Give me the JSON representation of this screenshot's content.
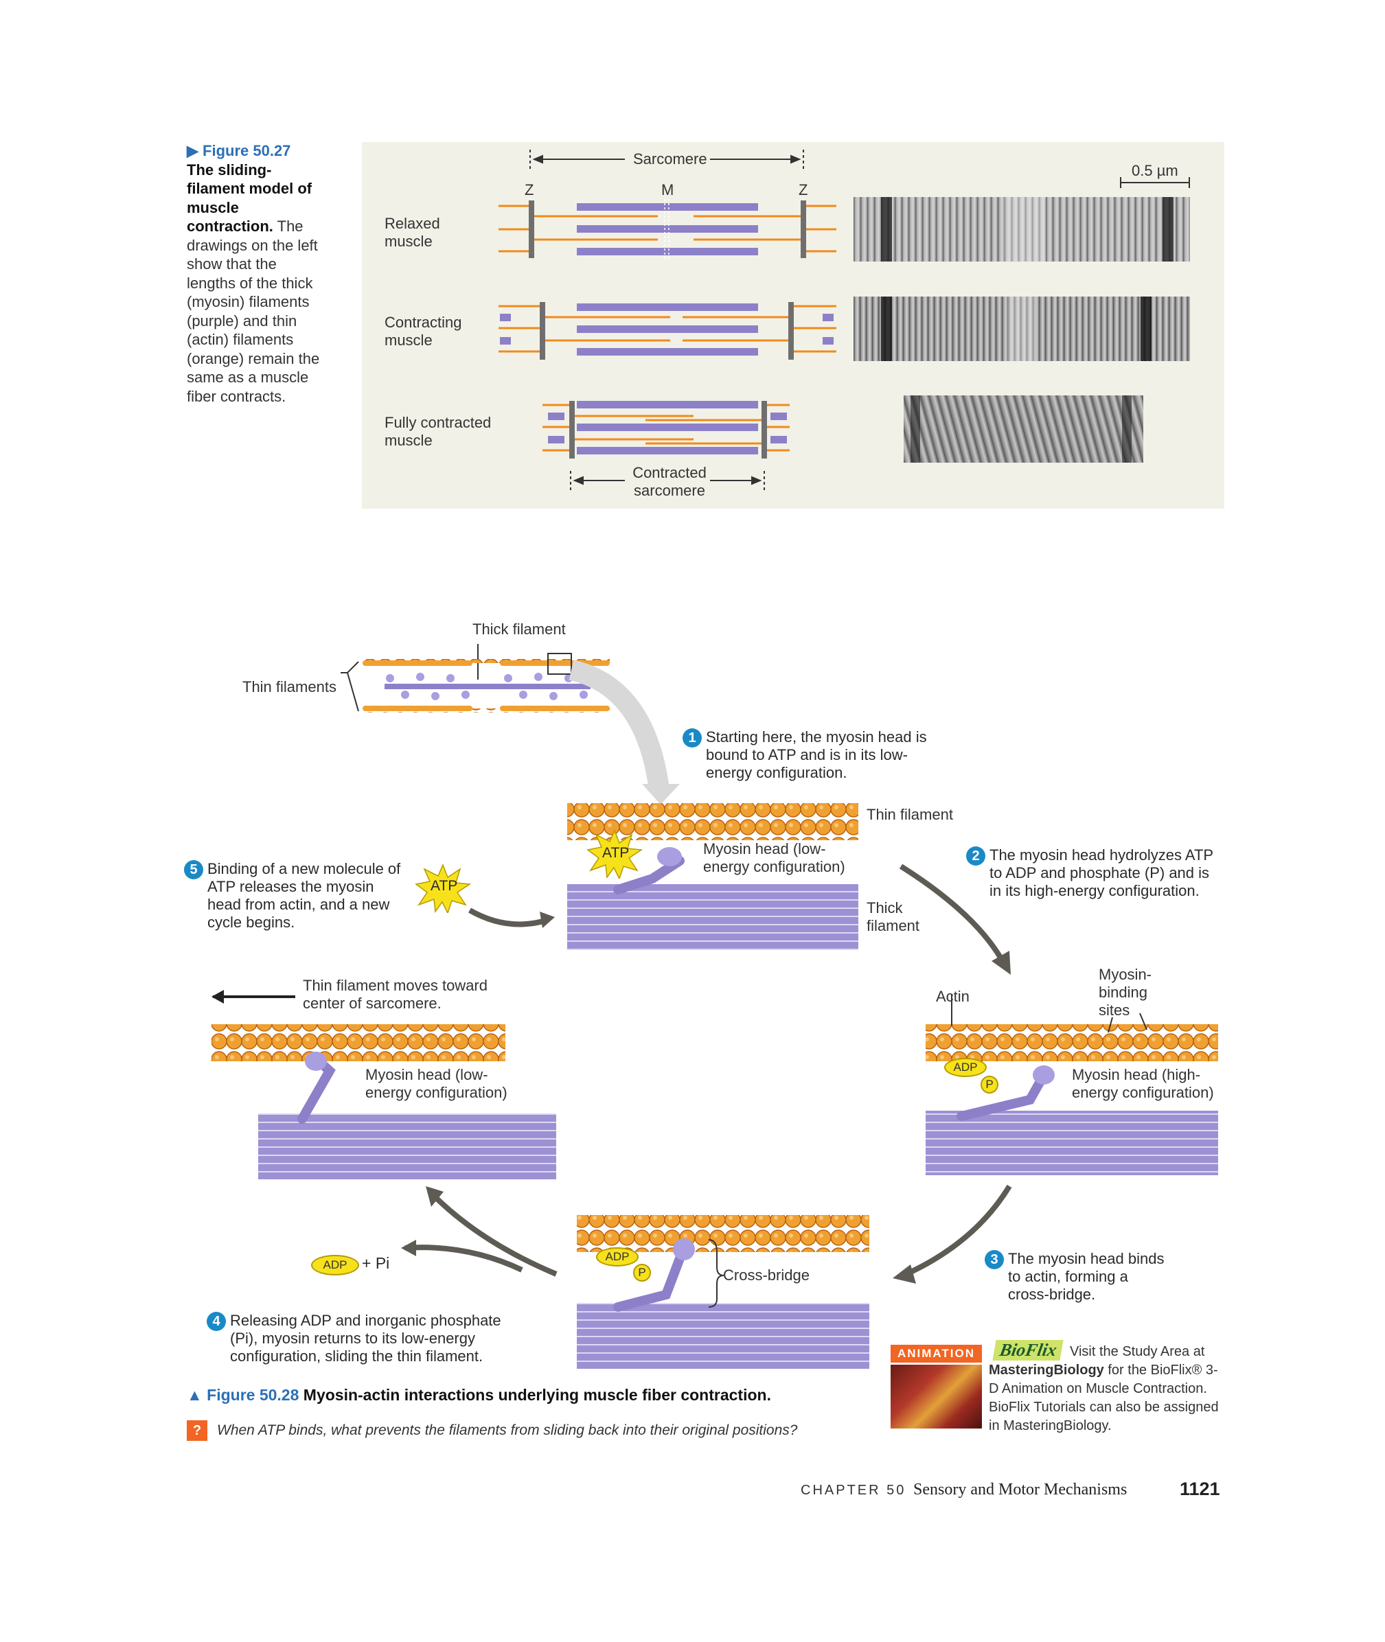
{
  "fig27": {
    "figure_label": "▶ Figure 50.27",
    "title": "The sliding-filament model of muscle contraction.",
    "body": "The drawings on the left show that the lengths of the thick (myosin) filaments (purple) and thin (actin) filaments (orange) remain the same as a muscle fiber contracts.",
    "sarcomere_label": "Sarcomere",
    "scale_label": "0.5 µm",
    "z_label": "Z",
    "m_label": "M",
    "relaxed": "Relaxed muscle",
    "contracting": "Contracting muscle",
    "fully": "Fully contracted muscle",
    "contracted_sarcomere": "Contracted sarcomere"
  },
  "fig28": {
    "thick_filament": "Thick filament",
    "thin_filaments": "Thin filaments",
    "step1": "Starting here, the myosin head is bound to ATP and is in its low-energy configuration.",
    "step2": "The myosin head hydrolyzes ATP to ADP and phosphate (P) and is in its high-energy configuration.",
    "step3": "The myosin head binds to actin, forming a cross-bridge.",
    "step4": "Releasing ADP and inorganic phosphate (Pi), myosin returns to its low-energy configuration, sliding the thin filament.",
    "step5": "Binding of a new molecule of ATP releases the myosin head from actin, and a new cycle begins.",
    "thin_filament": "Thin filament",
    "thick_filament_b": "Thick filament",
    "myosin_low": "Myosin head (low-energy configuration)",
    "myosin_high": "Myosin head (high-energy configuration)",
    "actin": "Actin",
    "binding_sites": "Myosin-binding sites",
    "cross_bridge": "Cross-bridge",
    "thin_moves": "Thin filament moves toward center of sarcomere.",
    "atp": "ATP",
    "adp": "ADP",
    "p": "P",
    "pi": "+ Pi",
    "caption_label": "▲ Figure 50.28",
    "caption": "Myosin-actin interactions underlying muscle fiber contraction.",
    "question_mark": "?",
    "question": "When ATP binds, what prevents the filaments from sliding back into their original positions?"
  },
  "animation": {
    "tag": "ANIMATION",
    "logo": "BioFlix",
    "text_pre": "Visit the Study Area at",
    "text_bold": "MasteringBiology",
    "text_post": "for the BioFlix® 3-D Animation on Muscle Contraction. BioFlix Tutorials can also be assigned in MasteringBiology."
  },
  "footer": {
    "chapter": "CHAPTER 50",
    "title": "Sensory and Motor Mechanisms",
    "page": "1121"
  },
  "colors": {
    "thick": "#8d80c8",
    "thin": "#f08a1c",
    "actin_bead": "#f0a030",
    "blue_badge": "#1a8ac6",
    "panel_bg": "#f2f1e7",
    "accent_blue": "#2d6fb5",
    "orange_box": "#f26522",
    "atp_yellow": "#f7e11b"
  }
}
